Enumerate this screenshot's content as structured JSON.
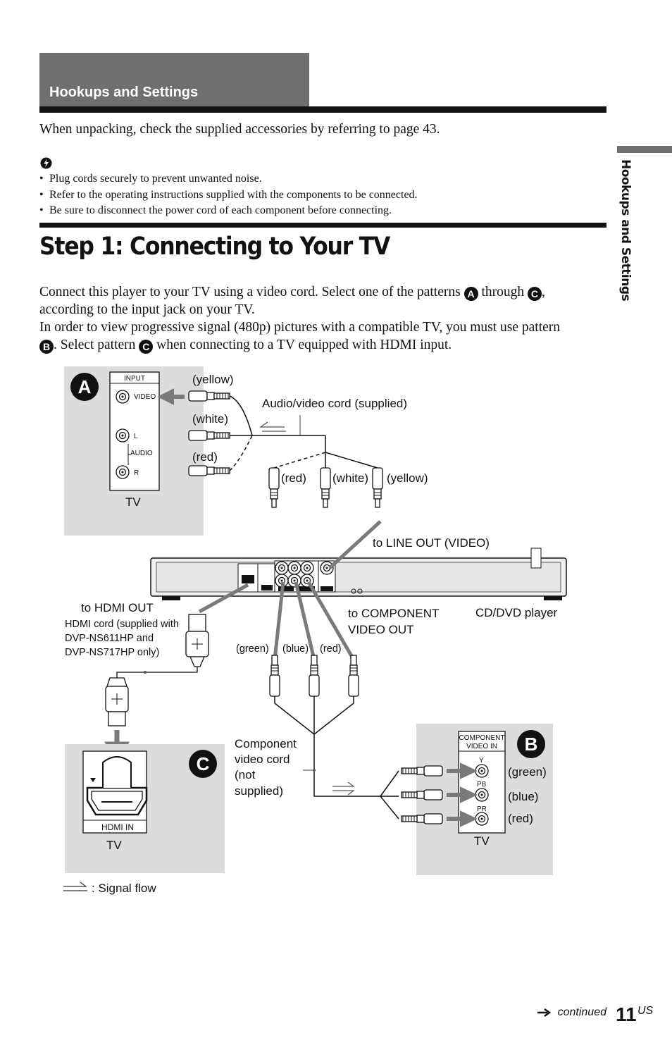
{
  "section": {
    "title": "Hookups and Settings"
  },
  "intro": "When unpacking, check the supplied accessories by referring to page 43.",
  "notes": [
    "Plug cords securely to prevent unwanted noise.",
    "Refer to the operating instructions supplied with the components to be connected.",
    "Be sure to disconnect the power cord of each component before connecting."
  ],
  "step": {
    "title": "Step 1: Connecting to Your TV",
    "p1a": "Connect this player to your TV using a video cord. Select one of the patterns ",
    "p1b": " through ",
    "p1c": ",",
    "p1d": "according to the input jack on your TV.",
    "p2a": "In order to view progressive signal (480p) pictures with a compatible TV, you must use pattern",
    "p2b": ". Select pattern ",
    "p2c": " when connecting to a TV equipped with HDMI input.",
    "letters": {
      "a": "A",
      "b": "B",
      "c": "C"
    }
  },
  "side_tab": "Hookups and Settings",
  "diagram": {
    "panel_a": {
      "letter": "A",
      "input": "INPUT",
      "video": "VIDEO",
      "l": "L",
      "audio": "AUDIO",
      "r": "R",
      "tv": "TV"
    },
    "labels": {
      "yellow1": "(yellow)",
      "white1": "(white)",
      "red1": "(red)",
      "av_cord": "Audio/video cord (supplied)",
      "red2": "(red)",
      "white2": "(white)",
      "yellow2": "(yellow)",
      "line_out": "to LINE OUT (VIDEO)",
      "hdmi_out": "to HDMI OUT",
      "hdmi_cord_1": "HDMI cord (supplied with",
      "hdmi_cord_2": "DVP-NS611HP and",
      "hdmi_cord_3": "DVP-NS717HP only)",
      "comp_out_1": "to COMPONENT",
      "comp_out_2": "VIDEO OUT",
      "player": "CD/DVD player",
      "green3": "(green)",
      "blue3": "(blue)",
      "red3": "(red)",
      "comp_cord_1": "Component",
      "comp_cord_2": "video cord",
      "comp_cord_3": "(not",
      "comp_cord_4": "supplied)",
      "signal_flow": ": Signal flow"
    },
    "panel_b": {
      "letter": "B",
      "comp_1": "COMPONENT",
      "comp_2": "VIDEO IN",
      "y": "Y",
      "pb": "PB",
      "pr": "PR",
      "green": "(green)",
      "blue": "(blue)",
      "red": "(red)",
      "tv": "TV"
    },
    "panel_c": {
      "letter": "C",
      "hdmi_in": "HDMI IN",
      "tv": "TV"
    }
  },
  "footer": {
    "continued": "continued",
    "page": "11",
    "suffix": "US"
  },
  "colors": {
    "tab_gray": "#6f6f6f",
    "panel_gray": "#dcdcdc",
    "arrow_gray": "#7a7a7a"
  }
}
